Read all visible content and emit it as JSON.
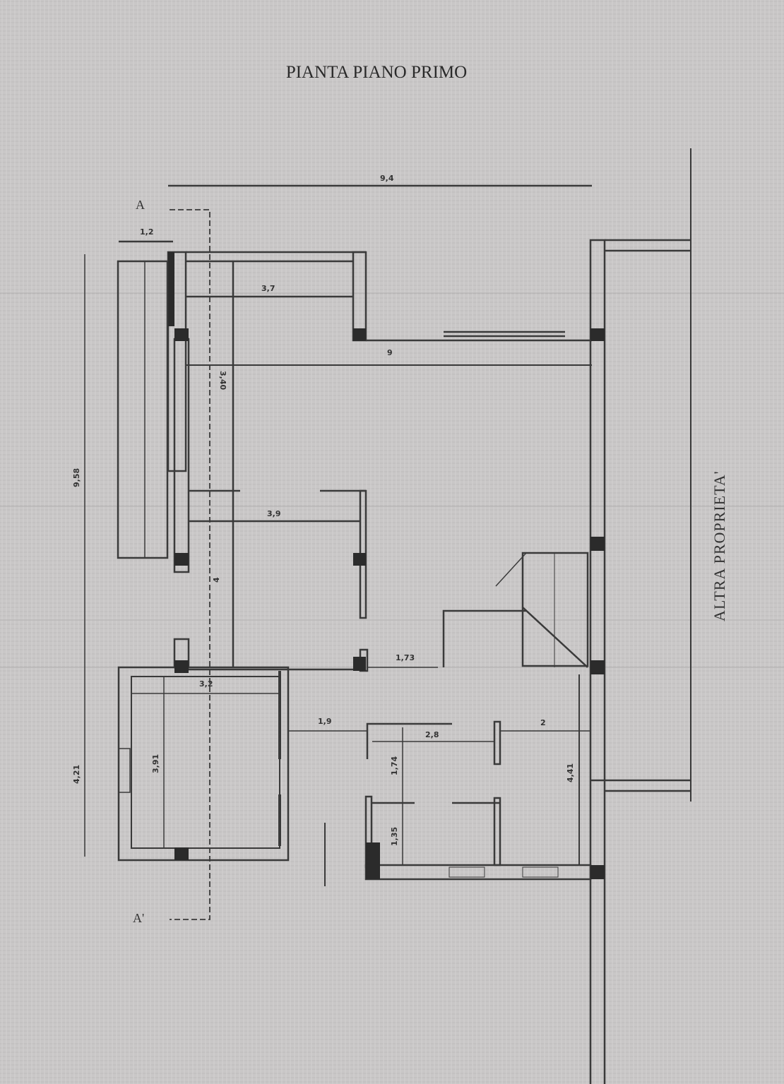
{
  "title": "PIANTA PIANO PRIMO",
  "side_label": "ALTRA PROPRIETA'",
  "section_marks": {
    "top": "A",
    "bottom": "A'"
  },
  "dimensions": {
    "overall_width": "9,4",
    "stair_width": "1,2",
    "terrace_width": "3,7",
    "upper_width": "9",
    "upper_depth": "3,40",
    "overall_depth_upper": "9,58",
    "middle_width": "3,9",
    "middle_depth": "4",
    "landing_width": "1,73",
    "room_width": "3,2",
    "room_depth": "3,91",
    "hall_width": "1,9",
    "bath_width": "2,8",
    "right_room_width": "2",
    "bath_depth": "1,74",
    "right_room_depth": "4,41",
    "closet_depth": "1,35",
    "overall_depth_lower": "4,21"
  },
  "colors": {
    "paper": "#c9c7c7",
    "ink": "#3a3a3a",
    "column": "#2b2b2b"
  }
}
